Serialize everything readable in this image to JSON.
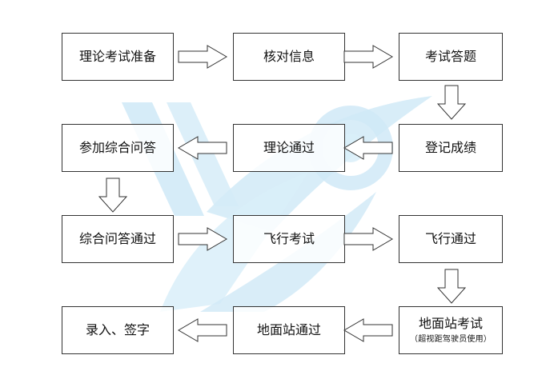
{
  "diagram": {
    "steps": [
      {
        "id": "theory-prep",
        "label": "理论考试准备"
      },
      {
        "id": "verify-info",
        "label": "核对信息"
      },
      {
        "id": "exam-answer",
        "label": "考试答题"
      },
      {
        "id": "register-score",
        "label": "登记成绩"
      },
      {
        "id": "theory-pass",
        "label": "理论通过"
      },
      {
        "id": "join-qa",
        "label": "参加综合问答"
      },
      {
        "id": "qa-pass",
        "label": "综合问答通过"
      },
      {
        "id": "flight-exam",
        "label": "飞行考试"
      },
      {
        "id": "flight-pass",
        "label": "飞行通过"
      },
      {
        "id": "ground-exam",
        "label": "地面站考试",
        "note": "（超视距驾驶员使用）"
      },
      {
        "id": "ground-pass",
        "label": "地面站通过"
      },
      {
        "id": "enter-sign",
        "label": "录入、签字"
      }
    ],
    "colors": {
      "border": "#333333",
      "text": "#111111",
      "watermark": "#cfe8f6"
    }
  }
}
